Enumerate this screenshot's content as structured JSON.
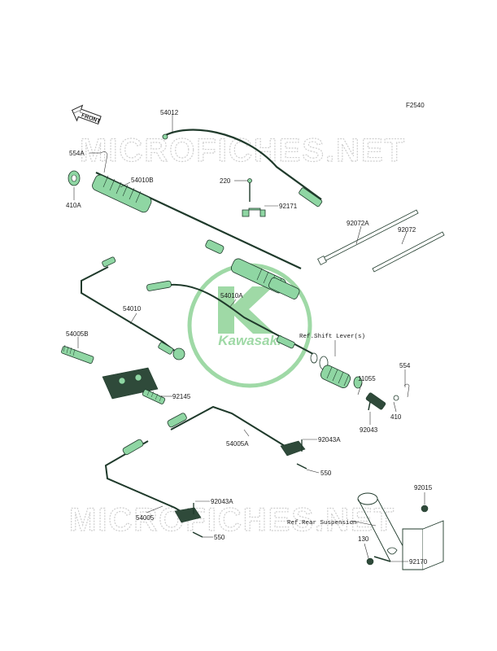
{
  "figure_code": "F2540",
  "front_label": "FRONT",
  "watermark": "MICROFICHES.NET",
  "logo_text": "Kawasaki",
  "references": {
    "shift_lever": "Ref.Shift Lever(s)",
    "rear_suspension": "Ref.Rear Suspension"
  },
  "parts": {
    "p54012": "54012",
    "p554A": "554A",
    "p410A": "410A",
    "p54010B": "54010B",
    "p220": "220",
    "p92171": "92171",
    "p92072A": "92072A",
    "p92072": "92072",
    "p54010": "54010",
    "p54010A": "54010A",
    "p54005B": "54005B",
    "p92145": "92145",
    "p554": "554",
    "p11055": "11055",
    "p92043": "92043",
    "p410": "410",
    "p54005A": "54005A",
    "p92043A_1": "92043A",
    "p550_1": "550",
    "p54005": "54005",
    "p92043A_2": "92043A",
    "p550_2": "550",
    "p92015": "92015",
    "p130": "130",
    "p92170": "92170"
  },
  "colors": {
    "part_fill": "#8fd6a3",
    "line": "#1f3a2b",
    "logo": "#9fd9a6",
    "watermark": "#cfcfcf"
  }
}
